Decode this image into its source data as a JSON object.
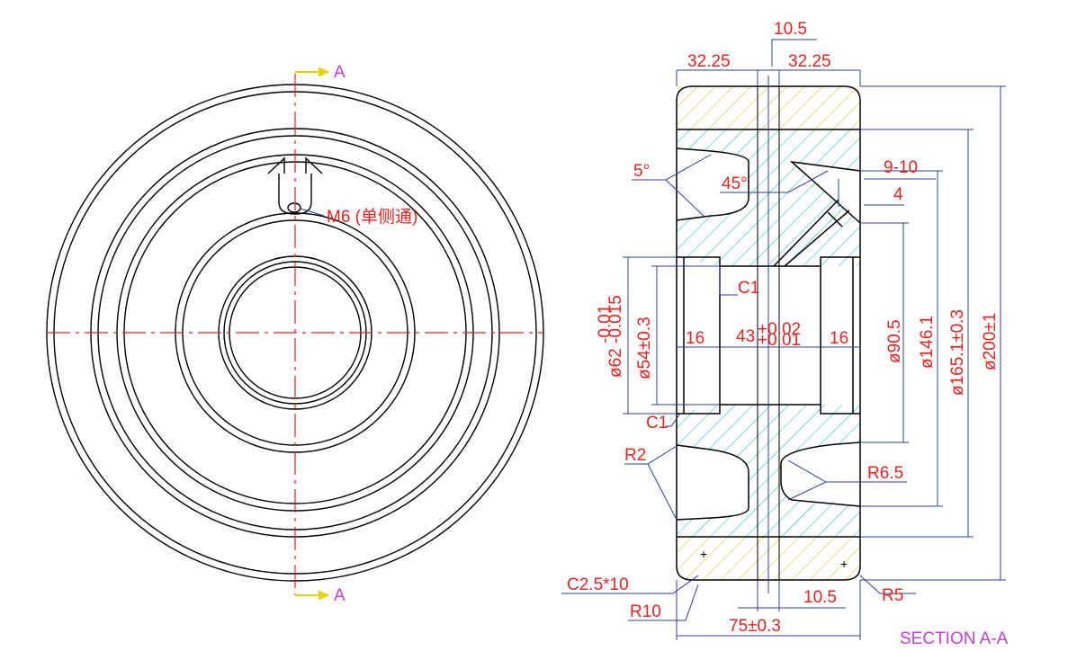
{
  "colors": {
    "outline": "#000000",
    "center_line": "#e8231f",
    "dimension_line": "#2b3e9e",
    "dimension_text": "#e8231f",
    "hatch_tread": "#d8c630",
    "hatch_body": "#23c1cc",
    "section_marker": "#e6d200",
    "section_text": "#c23fd1"
  },
  "front_view": {
    "section_mark_top": "A",
    "section_mark_bottom": "A",
    "hole_label": "M6 (单侧通)"
  },
  "section_view": {
    "title": "SECTION A-A",
    "dims": {
      "top_gap": "10.5",
      "left_width": "32.25",
      "right_width": "32.25",
      "angle_5": "5°",
      "angle_45": "45°",
      "groove_9_10": "9-10",
      "groove_4": "4",
      "chamfer_c1_top": "C1",
      "chamfer_c1_bottom": "C1",
      "dia_62": "ø62",
      "dia_62_tol_upper": "-0.01",
      "dia_62_tol_lower": "-0.015",
      "dia_54": "ø54±0.3",
      "left_16": "16",
      "bore_43": "43",
      "bore_43_tol_upper": "+0.02",
      "bore_43_tol_lower": "+0.01",
      "right_16": "16",
      "dia_90_5": "ø90.5",
      "dia_146_1": "ø146.1",
      "dia_165_1": "ø165.1±0.3",
      "dia_200": "ø200±1",
      "r2": "R2",
      "r6_5": "R6.5",
      "c2_5": "C2.5*10",
      "bottom_10_5": "10.5",
      "r5": "R5",
      "r10": "R10",
      "total_75": "75±0.3"
    }
  }
}
